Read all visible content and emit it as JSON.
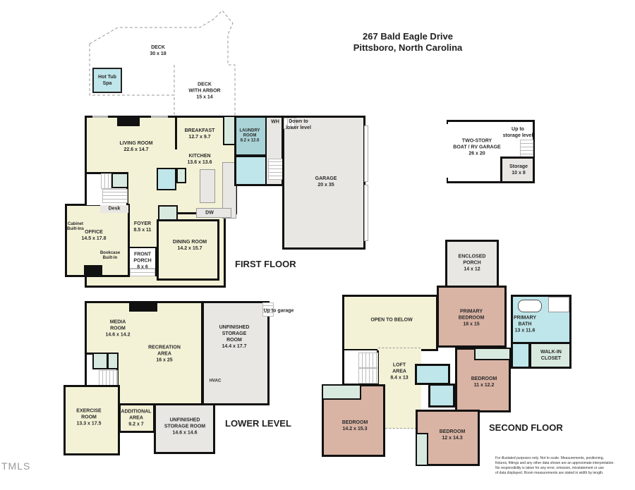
{
  "header": {
    "address_line1": "267 Bald Eagle Drive",
    "address_line2": "Pittsboro, North Carolina"
  },
  "floors": {
    "first_floor": {
      "label": "FIRST FLOOR",
      "rooms": {
        "deck": {
          "name": "DECK",
          "dims": "30 x 18"
        },
        "hot_tub": {
          "name": "Hot Tub",
          "sub": "Spa"
        },
        "deck_arbor": {
          "name": "DECK",
          "name2": "WITH ARBOR",
          "dims": "15 x 14"
        },
        "living_room": {
          "name": "LIVING ROOM",
          "dims": "22.6 x 14.7"
        },
        "breakfast": {
          "name": "BREAKFAST",
          "dims": "12.7 x 9.7"
        },
        "kitchen": {
          "name": "KITCHEN",
          "dims": "13.6 x 13.6"
        },
        "laundry": {
          "name": "LAUNDRY",
          "name2": "ROOM",
          "dims": "8.2 x 12.6"
        },
        "wh": {
          "name": "WH"
        },
        "down_to_lower": {
          "line1": "Down to",
          "line2": "lower level"
        },
        "garage": {
          "name": "GARAGE",
          "dims": "20 x 35"
        },
        "office": {
          "name": "OFFICE",
          "dims": "14.5 x 17.8"
        },
        "desk": {
          "name": "Desk"
        },
        "cabinet": {
          "line1": "Cabinet",
          "line2": "Built-Ins"
        },
        "bookcase": {
          "line1": "Bookcase",
          "line2": "Built-In"
        },
        "foyer": {
          "name": "FOYER",
          "dims": "8.5 x 11"
        },
        "front_porch": {
          "name": "FRONT",
          "name2": "PORCH",
          "dims": "8 x 6"
        },
        "dining_room": {
          "name": "DINING ROOM",
          "dims": "14.2 x 15.7"
        },
        "dw": {
          "name": "DW"
        }
      }
    },
    "boat_garage": {
      "rooms": {
        "garage": {
          "name": "TWO-STORY",
          "name2": "BOAT / RV GARAGE",
          "dims": "26 x 20"
        },
        "up_storage": {
          "line1": "Up to",
          "line2": "storage level"
        },
        "storage": {
          "name": "Storage",
          "dims": "10 x 8"
        }
      }
    },
    "lower_level": {
      "label": "LOWER LEVEL",
      "rooms": {
        "media_room": {
          "name": "MEDIA",
          "name2": "ROOM",
          "dims": "14.6 x 14.2"
        },
        "recreation": {
          "name": "RECREATION",
          "name2": "AREA",
          "dims": "16 x 25"
        },
        "unfinished_storage1": {
          "name": "UNFINISHED",
          "name2": "STORAGE",
          "name3": "ROOM",
          "dims": "14.4 x 17.7"
        },
        "hvac": {
          "name": "HVAC"
        },
        "up_to_garage": {
          "name": "Up to garage"
        },
        "exercise": {
          "name": "EXERCISE",
          "name2": "ROOM",
          "dims": "13.3 x 17.5"
        },
        "additional": {
          "name": "ADDITIONAL",
          "name2": "AREA",
          "dims": "9.2 x 7"
        },
        "unfinished_storage2": {
          "name": "UNFINISHED",
          "name2": "STORAGE ROOM",
          "dims": "14.6 x 14.6"
        }
      }
    },
    "second_floor": {
      "label": "SECOND FLOOR",
      "rooms": {
        "enclosed_porch": {
          "name": "ENCLOSED",
          "name2": "PORCH",
          "dims": "14 x 12"
        },
        "open_to_below": {
          "name": "OPEN TO BELOW"
        },
        "primary_bedroom": {
          "name": "PRIMARY",
          "name2": "BEDROOM",
          "dims": "18 x 15"
        },
        "primary_bath": {
          "name": "PRIMARY",
          "name2": "BATH",
          "dims": "13 x 11.6"
        },
        "walk_in_closet": {
          "name": "WALK-IN",
          "name2": "CLOSET"
        },
        "loft": {
          "name": "LOFT",
          "name2": "AREA",
          "dims": "8.4 x 13"
        },
        "bedroom_2": {
          "name": "BEDROOM",
          "dims": "11 x 12.2"
        },
        "bedroom_3": {
          "name": "BEDROOM",
          "dims": "14.2 x 15.3"
        },
        "bedroom_4": {
          "name": "BEDROOM",
          "dims": "12 x 14.3"
        }
      }
    }
  },
  "disclaimer": {
    "line1": "For illustated purposes only. Not to scale. Measurements, positioning,",
    "line2": "fixtures, fittings and any other data shown are an approximate interpretation.",
    "line3": "No responsibility is taken for any error, omission, misstatement or use",
    "line4": "of data displayed. Room measurements are stated in width by length."
  },
  "watermark": "TMLS",
  "colors": {
    "living": "#f4f2d6",
    "utility": "#e9e7e3",
    "bath": "#bfe6ea",
    "laundry": "#a9d3d6",
    "closet": "#d8eadf",
    "bedroom": "#d9b3a4",
    "wall": "#111111"
  }
}
